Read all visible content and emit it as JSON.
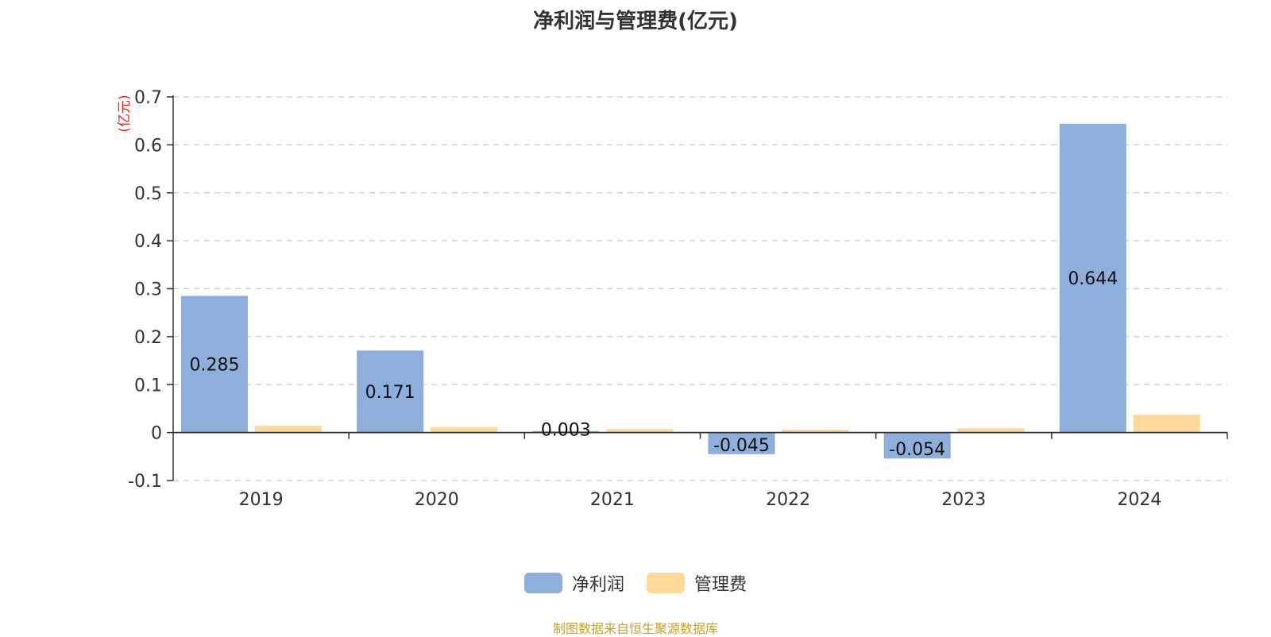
{
  "chart_data": {
    "type": "bar",
    "title": "净利润与管理费(亿元)",
    "ylabel": "(亿元)",
    "categories": [
      "2019",
      "2020",
      "2021",
      "2022",
      "2023",
      "2024"
    ],
    "series": [
      {
        "name": "净利润",
        "color": "#8eaedb",
        "values": [
          0.285,
          0.171,
          0.003,
          -0.045,
          -0.054,
          0.644
        ],
        "labels": [
          "0.285",
          "0.171",
          "0.003",
          "-0.045",
          "-0.054",
          "0.644"
        ]
      },
      {
        "name": "管理费",
        "color": "#ffd99a",
        "values": [
          0.014,
          0.011,
          0.007,
          0.006,
          0.009,
          0.037
        ]
      }
    ],
    "ylim": [
      -0.1,
      0.7
    ],
    "yticks": [
      0.7,
      0.6,
      0.5,
      0.4,
      0.3,
      0.2,
      0.1,
      0,
      -0.1
    ],
    "ytick_labels": [
      "0.7",
      "0.6",
      "0.5",
      "0.4",
      "0.3",
      "0.2",
      "0.1",
      "0",
      "-0.1"
    ],
    "grid": true,
    "legend_position": "bottom-center",
    "axis_label_color": "#e02020"
  },
  "footer": {
    "source": "制图数据来自恒生聚源数据库"
  }
}
